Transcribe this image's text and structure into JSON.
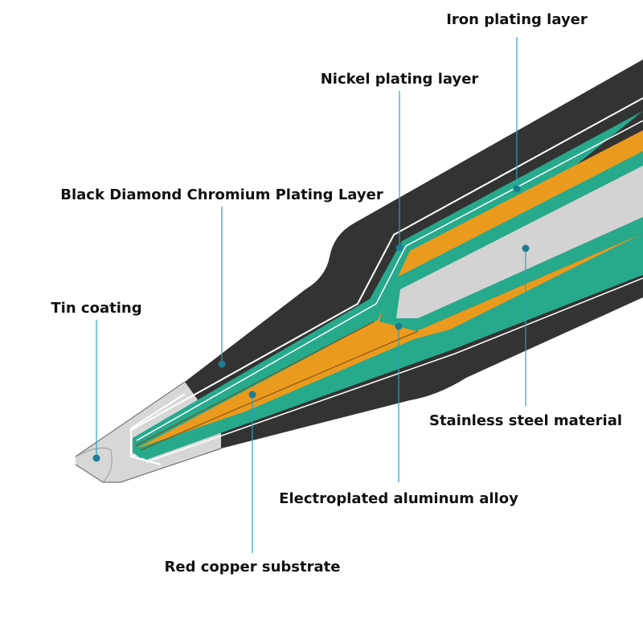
{
  "diagram": {
    "labels": {
      "iron": "Iron plating layer",
      "nickel": "Nickel plating layer",
      "chrome": "Black Diamond Chromium Plating Layer",
      "tin": "Tin coating",
      "stainless": "Stainless steel material",
      "aluminum": "Electroplated aluminum alloy",
      "copper": "Red copper substrate"
    },
    "colors": {
      "chrome_layer": "#333333",
      "outline": "#ffffff",
      "nickel_layer": "#27a98c",
      "copper_core": "#ea9a1d",
      "stainless_core": "#d3d3d3",
      "tin_tip": "#d7d7d7",
      "leader": "#2ba3b6",
      "dot": "#1d7d92"
    }
  }
}
